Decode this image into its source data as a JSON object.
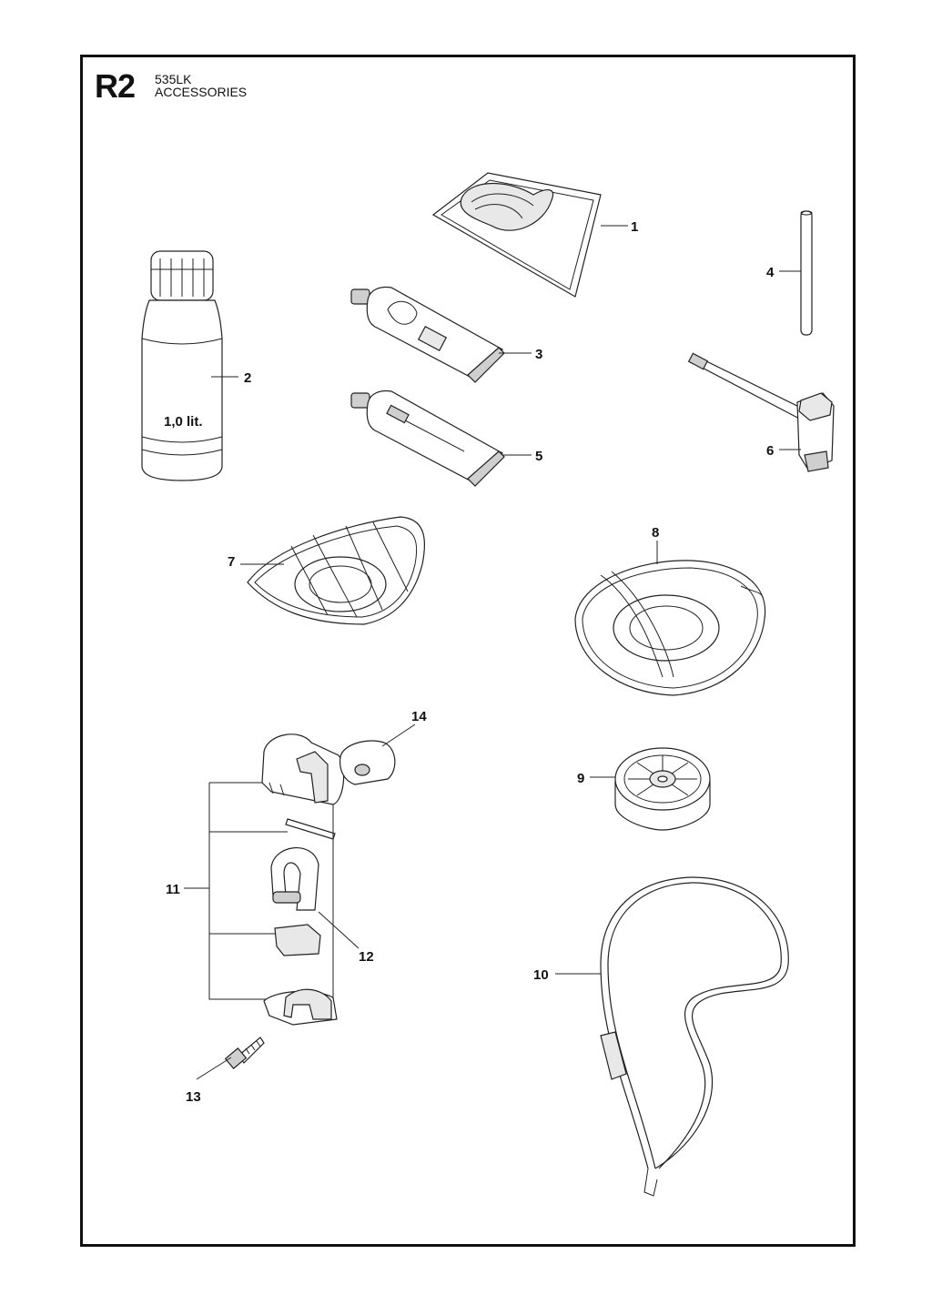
{
  "header": {
    "page_code": "R2",
    "model": "535LK",
    "section": "ACCESSORIES"
  },
  "bottle_label": "1,0 lit.",
  "callouts": [
    "1",
    "2",
    "3",
    "4",
    "5",
    "6",
    "7",
    "8",
    "9",
    "10",
    "11",
    "12",
    "13",
    "14"
  ]
}
